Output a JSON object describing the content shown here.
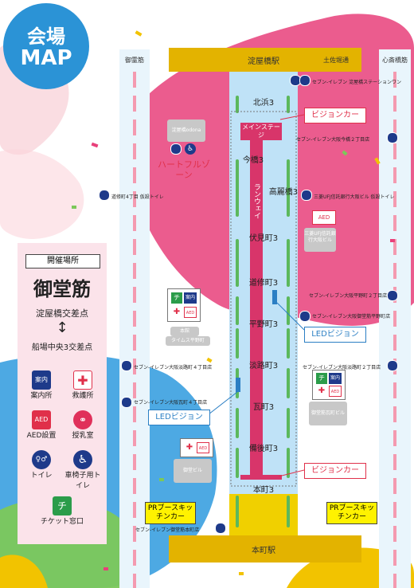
{
  "title": {
    "line1": "会場",
    "line2": "MAP"
  },
  "stations": {
    "north": "淀屋橋駅",
    "south": "本町駅"
  },
  "roads": {
    "left": "御霊筋",
    "right": "心斎橋筋",
    "north_right": "土佐堀通"
  },
  "crossings": [
    "北浜3",
    "今橋3",
    "高麗橋3",
    "伏見町3",
    "道修町3",
    "平野町3",
    "淡路町3",
    "瓦町3",
    "備後町3",
    "本町3"
  ],
  "main_stage": "メインステージ",
  "runway": "ランウェイ",
  "heartful": "ハートフルゾーン",
  "callouts": {
    "vision_top": "ビジョンカー",
    "vision_bottom": "ビジョンカー",
    "led_right": "LEDビジョン",
    "led_left": "LEDビジョン"
  },
  "pr_booth": {
    "left": "PRブースキッチンカー",
    "right": "PRブースキッチンカー"
  },
  "labels": {
    "seven_station_one": "セブン-イレブン 淀屋橋ステーションワン",
    "seven_imabashi": "セブン-イレブン大阪今橋２丁目店",
    "doshomachi_toilet": "道修町4丁目 仮設トイレ",
    "mufg_toilet": "三菱UFJ信託銀行大阪ビル 仮設トイレ",
    "mufg_bldg": "三菱UFJ信託銀行大阪ビル",
    "seven_hiranomachi2": "セブン-イレブン大阪平野町２丁目店",
    "seven_goryosuji": "セブン-イレブン大阪御堂筋平野町店",
    "honten": "本館",
    "times": "タイムス平野町",
    "seven_awajimachi4": "セブン-イレブン大阪淡路町４丁目店",
    "seven_awajimachi2": "セブン-イレブン大阪淡路町２丁目店",
    "seven_kawaramachi": "セブン-イレブン大阪瓦町４丁目店",
    "sumitomo": "御堂筋瓦町ビル",
    "mido_bldg": "御堂ビル",
    "seven_honmachi": "セブン-イレブン御堂筋本町店",
    "odona": "淀屋橋odona"
  },
  "legend": {
    "header": "開催場所",
    "title": "御堂筋",
    "from": "淀屋橋交差点",
    "arrow": "↕",
    "to": "船場中央3交差点",
    "items": [
      {
        "icon": "info-icon",
        "label": "案内所",
        "icon_text": "案内"
      },
      {
        "icon": "first-aid-icon",
        "label": "救護所",
        "icon_text": "✚"
      },
      {
        "icon": "aed-icon",
        "label": "AED設置",
        "icon_text": "AED"
      },
      {
        "icon": "nursing-room-icon",
        "label": "授乳室",
        "icon_text": "⚭"
      },
      {
        "icon": "toilet-icon",
        "label": "トイレ",
        "icon_text": "♀♂"
      },
      {
        "icon": "wheelchair-toilet-icon",
        "label": "車椅子用トイレ",
        "icon_text": "♿"
      },
      {
        "icon": "ticket-icon",
        "label": "チケット窓口",
        "icon_text": "チ"
      }
    ]
  },
  "colors": {
    "badge": "#2b93d6",
    "pink": "#e8407a",
    "blue": "#3aa0e0",
    "yellow": "#f0b400",
    "green": "#5cb85c",
    "road": "#bfe2f7"
  }
}
